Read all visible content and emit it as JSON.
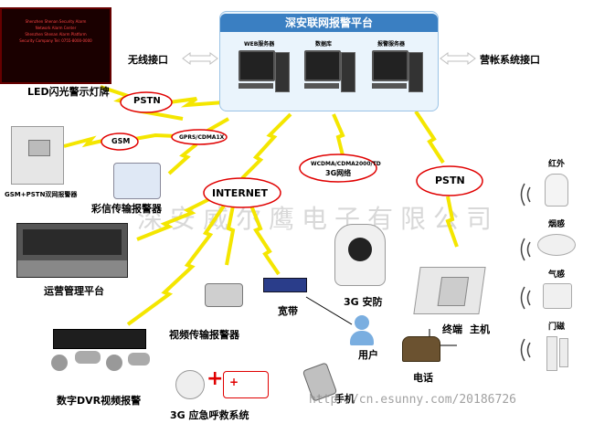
{
  "platform": {
    "title": "深安联网报警平台",
    "servers": [
      {
        "label": "WEB服务器"
      },
      {
        "label": "数据库"
      },
      {
        "label": "报警服务器"
      }
    ]
  },
  "interfaces": {
    "wireless": "无线接口",
    "business": "营帐系统接口"
  },
  "clouds": {
    "pstn_top": "PSTN",
    "gsm": "GSM",
    "gprs": "GPRS/CDMA1X",
    "internet": "INTERNET",
    "wcdma": "WCDMA/CDMA2000/TD",
    "net3g": "3G网络",
    "pstn_right": "PSTN"
  },
  "devices": {
    "led_sign": "LED闪光警示灯牌",
    "gsm_pstn": "GSM+PSTN双网报警器",
    "color_alarm": "彩信传输报警器",
    "ops_platform": "运营管理平台",
    "video_alarm": "视频传输报警器",
    "broadband": "宽带",
    "security_3g": "3G 安防",
    "terminal": "终端",
    "host": "主机",
    "user": "用户",
    "phone": "电话",
    "mobile": "手机",
    "dvr": "数字DVR视频报警",
    "emergency": "3G 应急呼救系统"
  },
  "sensors": [
    {
      "label": "红外"
    },
    {
      "label": "烟感"
    },
    {
      "label": "气感"
    },
    {
      "label": "门磁"
    }
  ],
  "sign_text": [
    "Shenzhen Shenan Security Alarm",
    "Network Alarm Center",
    "Shenzhen Shenan Alarm Platform",
    "Security Company Tel: 0755-8000-0000"
  ],
  "watermark": "深安威尔鹰电子有限公司",
  "url_watermark": "http://cn.esunny.com/20186726",
  "colors": {
    "lightning": "#f4e600",
    "cloud_border": "#e00000",
    "header": "#3a7fc2"
  }
}
